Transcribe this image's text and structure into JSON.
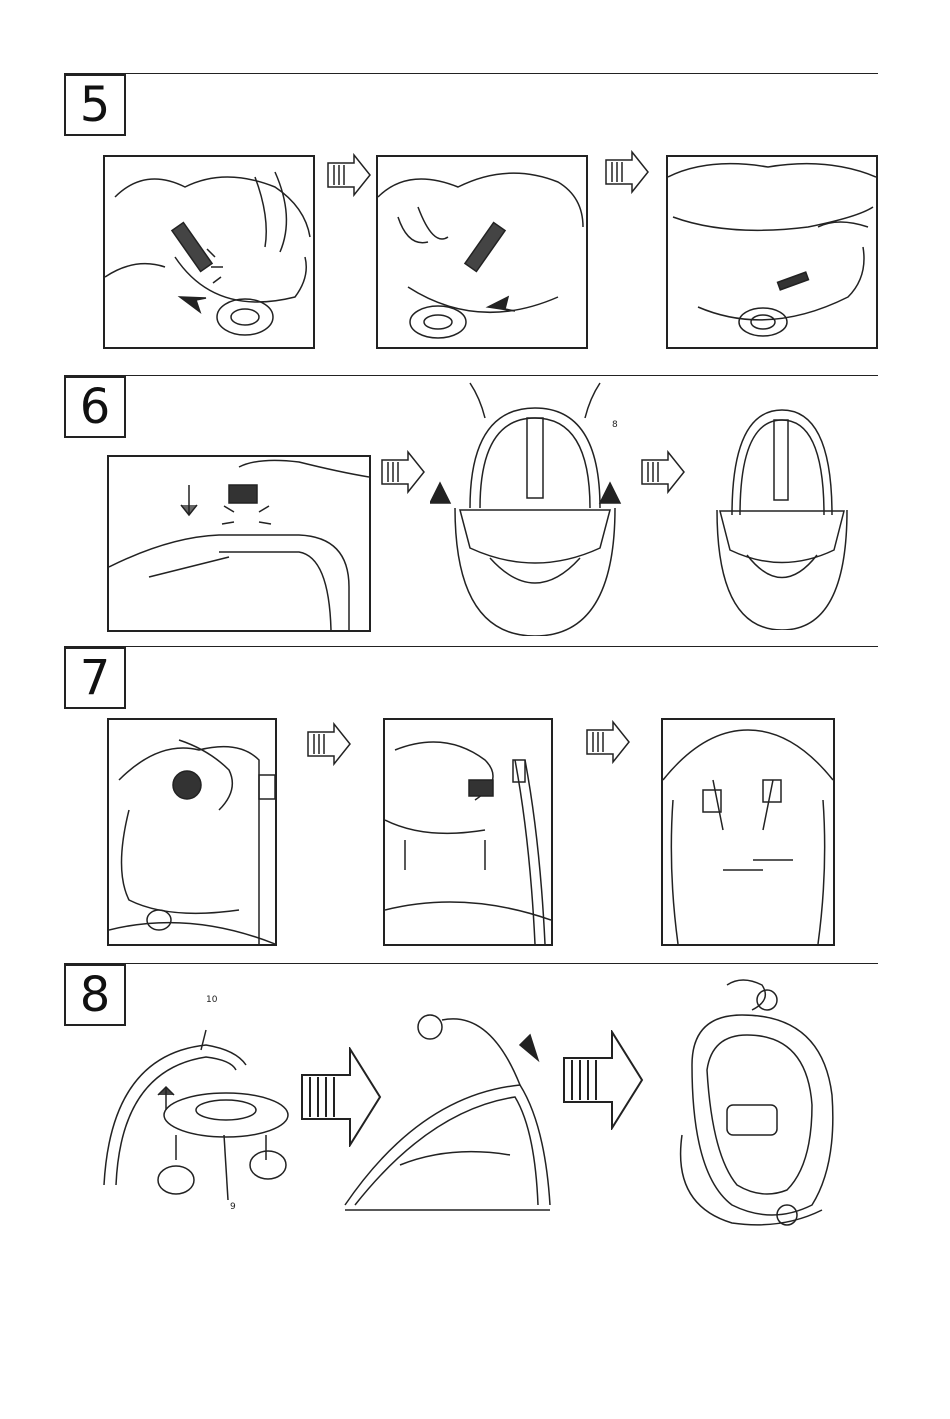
{
  "steps": [
    {
      "number": "5"
    },
    {
      "number": "6",
      "callouts": [
        "8"
      ]
    },
    {
      "number": "7"
    },
    {
      "number": "8",
      "callouts": [
        "10",
        "9"
      ]
    }
  ]
}
